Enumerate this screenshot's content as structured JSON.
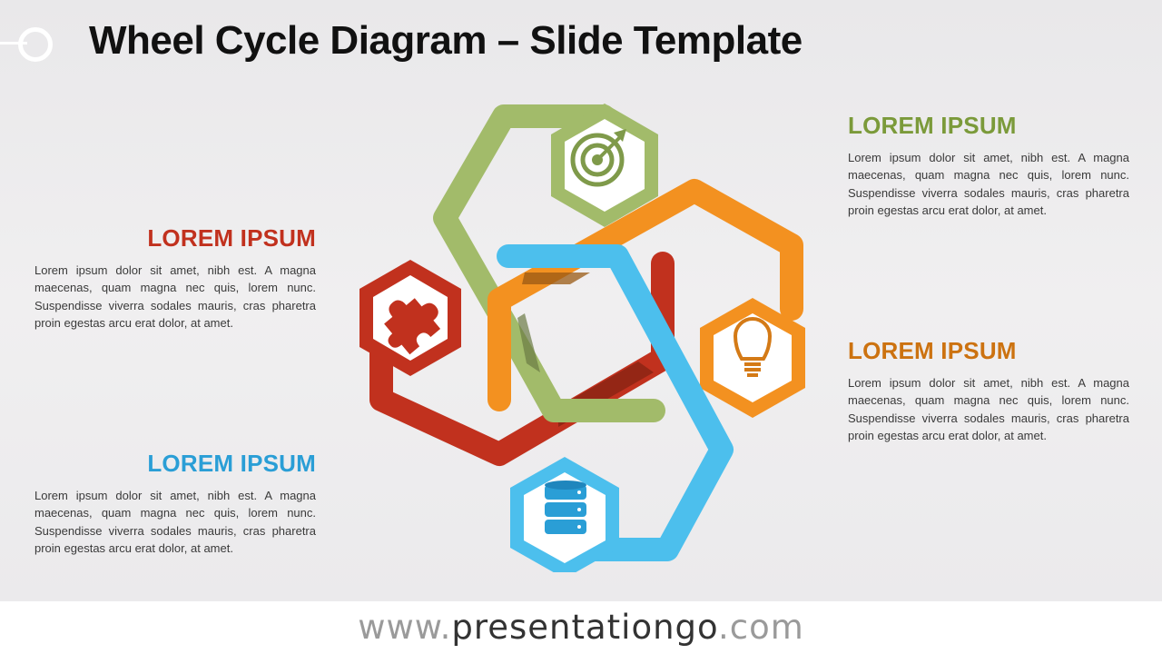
{
  "title": "Wheel Cycle Diagram – Slide Template",
  "colors": {
    "green": "#a2bb6a",
    "orange": "#f39120",
    "red": "#c1311e",
    "blue": "#4cbfed",
    "green_heading": "#7b9a3a",
    "orange_heading": "#cc7210",
    "red_heading": "#c1311e",
    "blue_heading": "#2a9ed6"
  },
  "blocks": [
    {
      "heading": "LOREM IPSUM",
      "text": "Lorem ipsum dolor sit amet, nibh est. A magna maecenas, quam magna nec quis, lorem nunc. Suspendisse viverra sodales mauris, cras pharetra proin egestas arcu erat dolor, at amet.",
      "icon": "target-icon"
    },
    {
      "heading": "LOREM IPSUM",
      "text": "Lorem ipsum dolor sit amet, nibh est. A magna maecenas, quam magna nec quis, lorem nunc. Suspendisse viverra sodales mauris, cras pharetra proin egestas arcu erat dolor, at amet.",
      "icon": "lightbulb-icon"
    },
    {
      "heading": "LOREM IPSUM",
      "text": "Lorem ipsum dolor sit amet, nibh est. A magna maecenas, quam magna nec quis, lorem nunc. Suspendisse viverra sodales mauris, cras pharetra proin egestas arcu erat dolor, at amet.",
      "icon": "puzzle-icon"
    },
    {
      "heading": "LOREM IPSUM",
      "text": "Lorem ipsum dolor sit amet, nibh est. A magna maecenas, quam magna nec quis, lorem nunc. Suspendisse viverra sodales mauris, cras pharetra proin egestas arcu erat dolor, at amet.",
      "icon": "database-icon"
    }
  ],
  "footer": {
    "prefix": "www.",
    "brand": "presentationgo",
    "suffix": ".com"
  }
}
